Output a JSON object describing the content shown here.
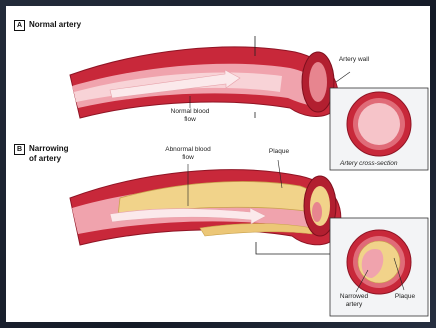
{
  "section_a": {
    "letter": "A",
    "title": "Normal artery",
    "label_wall": "Artery wall",
    "label_flow": "Normal blood flow",
    "label_cross_section": "Artery cross-section"
  },
  "section_b": {
    "letter": "B",
    "title_line1": "Narrowing",
    "title_line2": "of artery",
    "label_abnormal_flow": "Abnormal blood flow",
    "label_plaque": "Plaque",
    "label_narrowed": "Narrowed artery",
    "label_plaque_cross": "Plaque"
  },
  "colors": {
    "wall_outer": "#c8283a",
    "wall_inner": "#e06b78",
    "lumen": "#f6c4c9",
    "plaque": "#f1d38a",
    "plaque_edge": "#c9a24d"
  }
}
